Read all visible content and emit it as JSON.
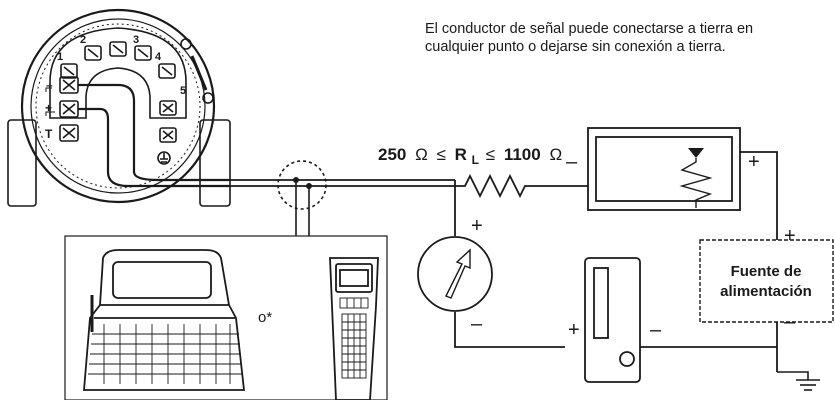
{
  "note": {
    "line1": "El conductor de señal puede conectarse a tierra en",
    "line2": "cualquier punto o dejarse sin conexión a tierra."
  },
  "resistor_label": {
    "low": "250",
    "ohm_low": "Ω",
    "le1": "≤",
    "r": "R",
    "sub": "L",
    "le2": "≤",
    "high": "1100",
    "ohm_high": "Ω"
  },
  "terminals": [
    "1",
    "2",
    "3",
    "4",
    "5",
    "–",
    "+",
    "T"
  ],
  "communicator_separator": "o*",
  "power_supply": {
    "line1": "Fuente de",
    "line2": "alimentación"
  },
  "polarity": {
    "plus": "+",
    "minus": "–"
  }
}
